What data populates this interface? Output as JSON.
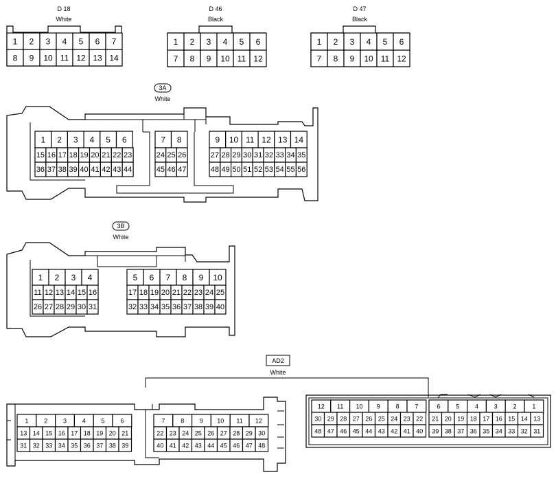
{
  "connectors": {
    "d18": {
      "id": "D 18",
      "color": "White",
      "rows": [
        [
          "1",
          "2",
          "3",
          "4",
          "5",
          "6",
          "7"
        ],
        [
          "8",
          "9",
          "10",
          "11",
          "12",
          "13",
          "14"
        ]
      ]
    },
    "d46": {
      "id": "D 46",
      "color": "Black",
      "rows": [
        [
          "1",
          "2",
          "3",
          "4",
          "5",
          "6"
        ],
        [
          "7",
          "8",
          "9",
          "10",
          "11",
          "12"
        ]
      ]
    },
    "d47": {
      "id": "D 47",
      "color": "Black",
      "rows": [
        [
          "1",
          "2",
          "3",
          "4",
          "5",
          "6"
        ],
        [
          "7",
          "8",
          "9",
          "10",
          "11",
          "12"
        ]
      ]
    },
    "c3a": {
      "id": "3A",
      "color": "White",
      "left": [
        [
          "1",
          "2",
          "3",
          "4",
          "5",
          "6"
        ],
        [
          "15",
          "16",
          "17",
          "18",
          "19",
          "20",
          "21",
          "22",
          "23"
        ],
        [
          "36",
          "37",
          "38",
          "39",
          "40",
          "41",
          "42",
          "43",
          "44"
        ]
      ],
      "mid": [
        [
          "7",
          "8"
        ],
        [
          "24",
          "25",
          "26"
        ],
        [
          "45",
          "46",
          "47"
        ]
      ],
      "right": [
        [
          "9",
          "10",
          "11",
          "12",
          "13",
          "14"
        ],
        [
          "27",
          "28",
          "29",
          "30",
          "31",
          "32",
          "33",
          "34",
          "35"
        ],
        [
          "48",
          "49",
          "50",
          "51",
          "52",
          "53",
          "54",
          "55",
          "56"
        ]
      ]
    },
    "c3b": {
      "id": "3B",
      "color": "White",
      "left": [
        [
          "1",
          "2",
          "3",
          "4"
        ],
        [
          "11",
          "12",
          "13",
          "14",
          "15",
          "16"
        ],
        [
          "26",
          "27",
          "28",
          "29",
          "30",
          "31"
        ]
      ],
      "right": [
        [
          "5",
          "6",
          "7",
          "8",
          "9",
          "10"
        ],
        [
          "17",
          "18",
          "19",
          "20",
          "21",
          "22",
          "23",
          "24",
          "25"
        ],
        [
          "32",
          "33",
          "34",
          "35",
          "36",
          "37",
          "38",
          "39",
          "40"
        ]
      ]
    },
    "ad2": {
      "id": "AD2",
      "color": "White",
      "left": [
        [
          "1",
          "2",
          "3",
          "4",
          "5",
          "6"
        ],
        [
          "13",
          "14",
          "15",
          "16",
          "17",
          "18",
          "19",
          "20",
          "21"
        ],
        [
          "31",
          "32",
          "33",
          "34",
          "35",
          "36",
          "37",
          "38",
          "39"
        ]
      ],
      "right": [
        [
          "7",
          "8",
          "9",
          "10",
          "11",
          "12"
        ],
        [
          "22",
          "23",
          "24",
          "25",
          "26",
          "27",
          "28",
          "29",
          "30"
        ],
        [
          "40",
          "41",
          "42",
          "43",
          "44",
          "45",
          "46",
          "47",
          "48"
        ]
      ],
      "face_left": [
        [
          "12",
          "11",
          "10",
          "9",
          "8",
          "7"
        ],
        [
          "30",
          "29",
          "28",
          "27",
          "26",
          "25",
          "24",
          "23",
          "22"
        ],
        [
          "48",
          "47",
          "46",
          "45",
          "44",
          "43",
          "42",
          "41",
          "40"
        ]
      ],
      "face_right": [
        [
          "6",
          "5",
          "4",
          "3",
          "2",
          "1"
        ],
        [
          "21",
          "20",
          "19",
          "18",
          "17",
          "16",
          "15",
          "14",
          "13"
        ],
        [
          "39",
          "38",
          "37",
          "36",
          "35",
          "34",
          "33",
          "32",
          "31"
        ]
      ]
    }
  }
}
